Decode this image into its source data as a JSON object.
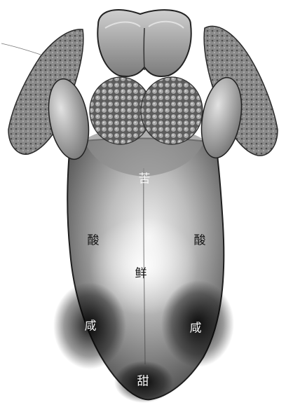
{
  "diagram": {
    "labels": {
      "bitter": "苦",
      "sour_left": "酸",
      "sour_right": "酸",
      "umami": "鲜",
      "salty_left": "咸",
      "salty_right": "咸",
      "sweet": "甜"
    }
  }
}
